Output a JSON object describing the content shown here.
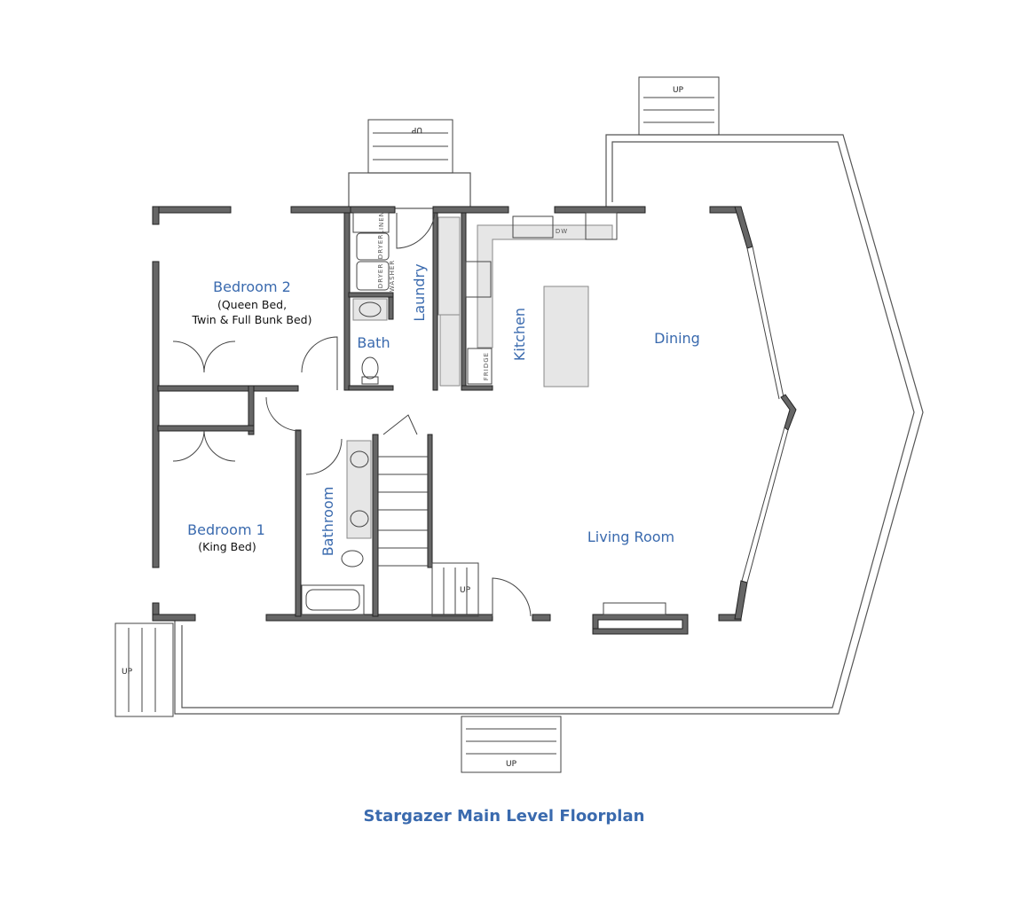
{
  "title": "Stargazer Main Level Floorplan",
  "rooms": {
    "bedroom2": {
      "name": "Bedroom 2",
      "note1": "(Queen Bed,",
      "note2": "Twin & Full Bunk Bed)"
    },
    "bath": {
      "name": "Bath"
    },
    "laundry": {
      "name": "Laundry"
    },
    "kitchen": {
      "name": "Kitchen"
    },
    "dining": {
      "name": "Dining"
    },
    "bedroom1": {
      "name": "Bedroom 1",
      "note": "(King Bed)"
    },
    "bathroom": {
      "name": "Bathroom"
    },
    "living": {
      "name": "Living Room"
    }
  },
  "fixtures": {
    "linen": "LINEN",
    "dryer1": "DRYER",
    "dryer2": "DRYER",
    "washer": "WASHER",
    "dw": "DW",
    "fridge": "FRIDGE"
  },
  "stairs": {
    "top": "UP",
    "top_right": "UP",
    "left": "UP",
    "bottom": "UP",
    "interior": "UP"
  },
  "colors": {
    "label": "#3a6aae",
    "wall": "#666666"
  }
}
